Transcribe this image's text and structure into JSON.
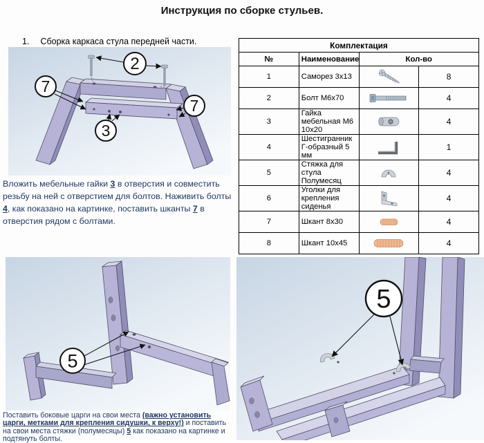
{
  "title": "Инструкция по сборке стульев.",
  "step1": {
    "number": "1.",
    "heading": "Сборка каркаса стула передней части.",
    "callouts": {
      "bolt": "2",
      "dowel_left": "7",
      "nut": "3",
      "dowel_right": "7"
    },
    "text": [
      "Вложить мебельные гайки ",
      "3",
      " в отверстия и совместить резьбу на ней с отверстием для болтов. Наживить болты ",
      "4",
      ", как показано на картинке, поставить шканты ",
      "7",
      " в отверстия рядом с болтами."
    ]
  },
  "table": {
    "title": "Комплектация",
    "headers": {
      "num": "№",
      "name": "Наименование",
      "qty": "Кол-во"
    },
    "rows": [
      {
        "num": "1",
        "name": "Саморез 3х13",
        "qty": "8",
        "icon": "screw-icon"
      },
      {
        "num": "2",
        "name": "Болт  М6х70",
        "qty": "4",
        "icon": "bolt-icon"
      },
      {
        "num": "3",
        "name": "Гайка мебельная М6 10х20",
        "qty": "4",
        "icon": "barrel-nut-icon"
      },
      {
        "num": "4",
        "name": "Шестигранник Г-образный 5 мм",
        "qty": "1",
        "icon": "hex-key-icon"
      },
      {
        "num": "5",
        "name": "Стяжка для стула Полумесяц",
        "qty": "4",
        "icon": "half-moon-bracket-icon"
      },
      {
        "num": "6",
        "name": "Уголки для крепления сиденья",
        "qty": "4",
        "icon": "corner-bracket-icon"
      },
      {
        "num": "7",
        "name": "Шкант 8х30",
        "qty": "4",
        "icon": "dowel-small-icon"
      },
      {
        "num": "8",
        "name": "Шкант 10х45",
        "qty": "4",
        "icon": "dowel-large-icon"
      }
    ]
  },
  "step2": {
    "callout": "5",
    "text": [
      "Поставить боковые царги на свои места ",
      "(важно установить царги, метками для крепления сидушки, к верху!)",
      " и поставить на свои места стяжки (полумесяцы) ",
      "5",
      " как показано на картинке и подтянуть болты."
    ]
  },
  "step3": {
    "callout": "5"
  },
  "colors": {
    "text_blue": "#1f3864",
    "part_fill": "#b6b3d7",
    "part_shade": "#908db9",
    "part_top": "#d7d5e8",
    "diagram_bg": "#cbd8e6",
    "dowel_tan": "#eeb993"
  }
}
